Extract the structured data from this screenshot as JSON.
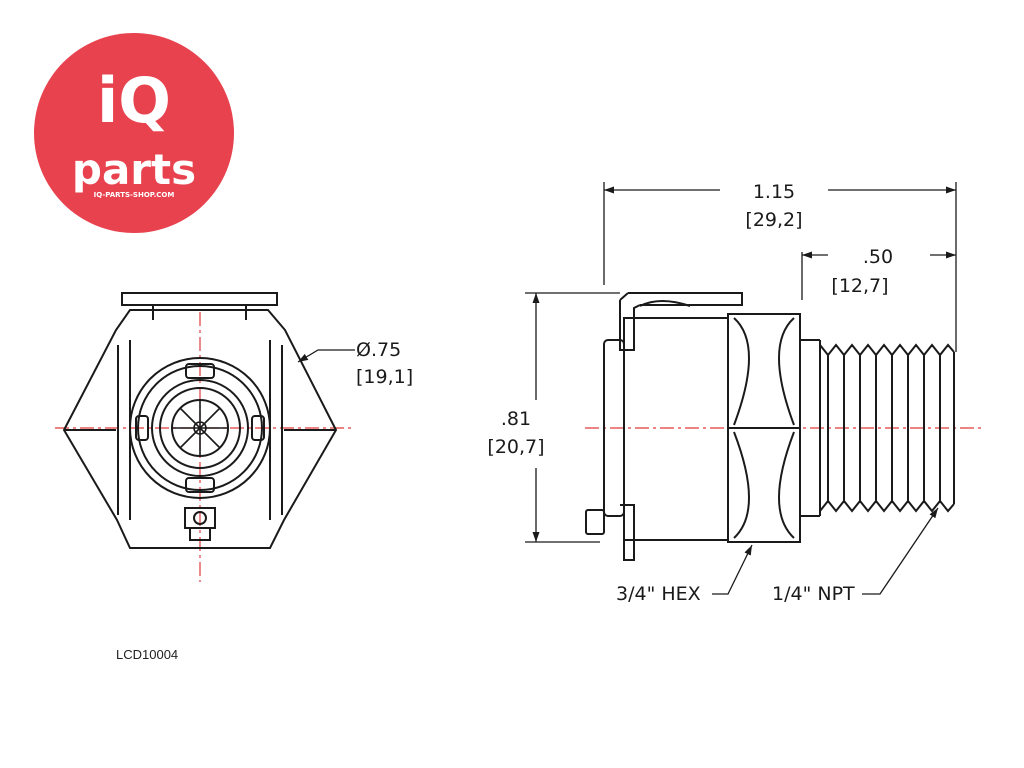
{
  "logo": {
    "line1": "iQ",
    "line2": "parts",
    "url": "IQ-PARTS-SHOP.COM",
    "color": "#e8424f"
  },
  "part_code": "LCD10004",
  "front_view": {
    "diameter_label": "Ø.75",
    "diameter_label_mm": "[19,1]"
  },
  "side_view": {
    "overall_length": "1.15",
    "overall_length_mm": "[29,2]",
    "thread_length": ".50",
    "thread_length_mm": "[12,7]",
    "height": ".81",
    "height_mm": "[20,7]",
    "hex_label": "3/4\" HEX",
    "thread_label": "1/4\" NPT"
  },
  "colors": {
    "line": "#1a1a1a",
    "centerline": "#e23b3b"
  }
}
